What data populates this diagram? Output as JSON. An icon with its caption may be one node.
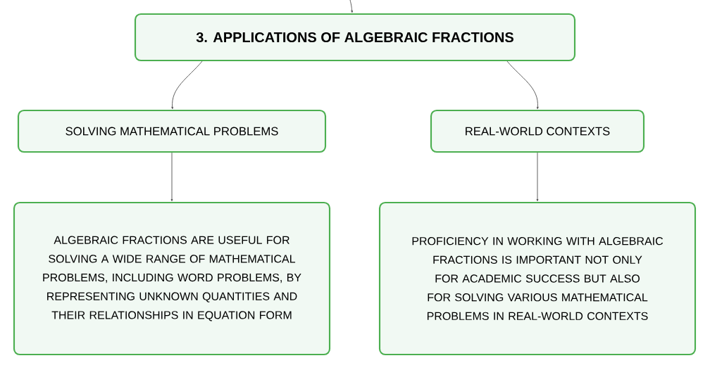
{
  "diagram": {
    "nodes": [
      {
        "text": [
          "3. APPLICATIONS OF ALGEBRAIC FRACTIONS"
        ]
      },
      {
        "text": [
          "SOLVING MATHEMATICAL PROBLEMS"
        ]
      },
      {
        "text": [
          "REAL-WORLD CONTEXTS"
        ]
      },
      {
        "text": [
          "ALGEBRAIC FRACTIONS ARE USEFUL FOR SOLVING A WIDE RANGE OF MATHEMATICAL PROBLEMS, INCLUDING WORD PROBLEMS, BY REPRESENTING UNKNOWN QUANTITIES AND THEIR RELATIONSHIPS IN EQUATION FORM"
        ]
      },
      {
        "text": [
          "PROFICIENCY IN WORKING WITH ALGEBRAIC FRACTIONS IS IMPORTANT NOT ONLY FOR ACADEMIC SUCCESS BUT ALSO FOR SOLVING VARIOUS MATHEMATICAL PROBLEMS IN REAL-WORLD CONTEXTS"
        ]
      }
    ],
    "edges": [
      {
        "from": null,
        "to": 0,
        "arrow": "to"
      },
      {
        "from": 0,
        "to": 1,
        "arrow": "to"
      },
      {
        "from": 0,
        "to": 2,
        "arrow": "to"
      },
      {
        "from": 1,
        "to": 3,
        "arrow": "to"
      },
      {
        "from": 2,
        "to": 4,
        "arrow": "to"
      }
    ]
  }
}
